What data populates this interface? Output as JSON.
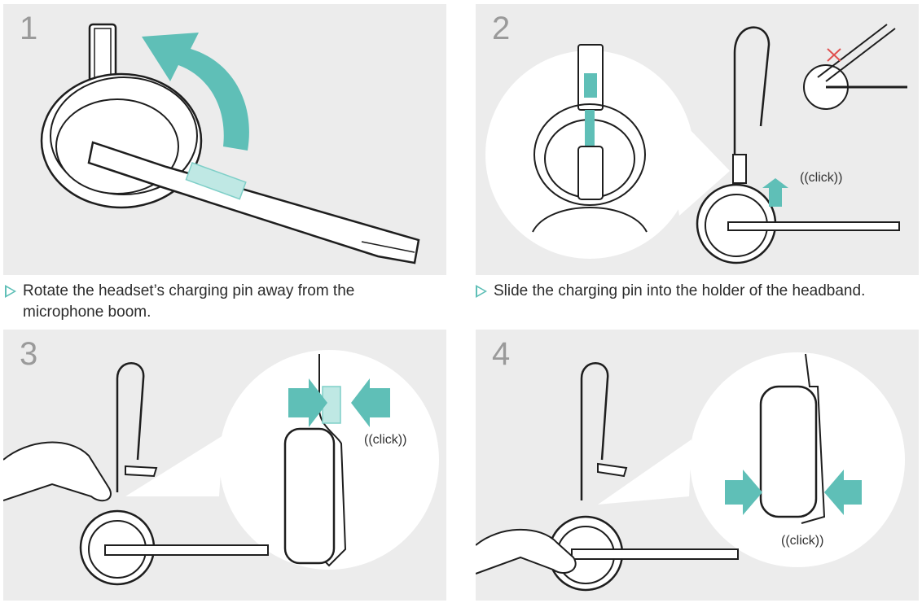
{
  "steps": [
    {
      "number": "1",
      "caption": "Rotate the headset’s charging pin away from the microphone boom."
    },
    {
      "number": "2",
      "caption": "Slide the charging pin into the holder of the headband.",
      "click_label": "click"
    },
    {
      "number": "3",
      "click_label": "click"
    },
    {
      "number": "4",
      "click_label": "click"
    }
  ],
  "colors": {
    "panel_bg": "#ececec",
    "accent_teal": "#5fbfb7",
    "line": "#1e1e1e",
    "error_cross": "#e0504f"
  }
}
